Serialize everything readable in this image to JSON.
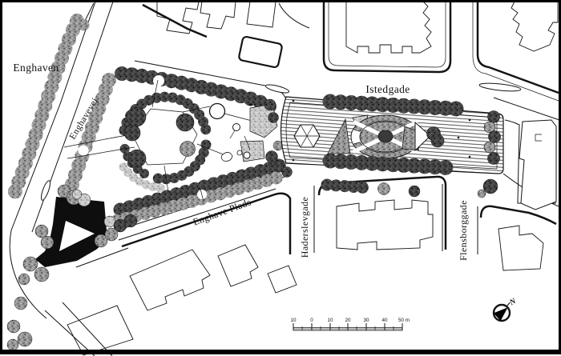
{
  "labels": {
    "enghaven": "Enghaven",
    "enghavevej": "Enghavevej",
    "istedgade": "Istedgade",
    "enghave_plads": "Enghave Plads",
    "haderslevgade": "Haderslevgade",
    "flensborggade": "Flensborggade"
  },
  "scale_bar": {
    "unit_labels": [
      "10",
      "0",
      "10",
      "20",
      "30",
      "40",
      "50 m"
    ]
  },
  "compass": {
    "north_label": "N"
  },
  "colors": {
    "ink": "#141414",
    "paper": "#ffffff",
    "hedge_dark": "#454545",
    "hedge_mid": "#979797",
    "hedge_light": "#cbcbcb"
  }
}
